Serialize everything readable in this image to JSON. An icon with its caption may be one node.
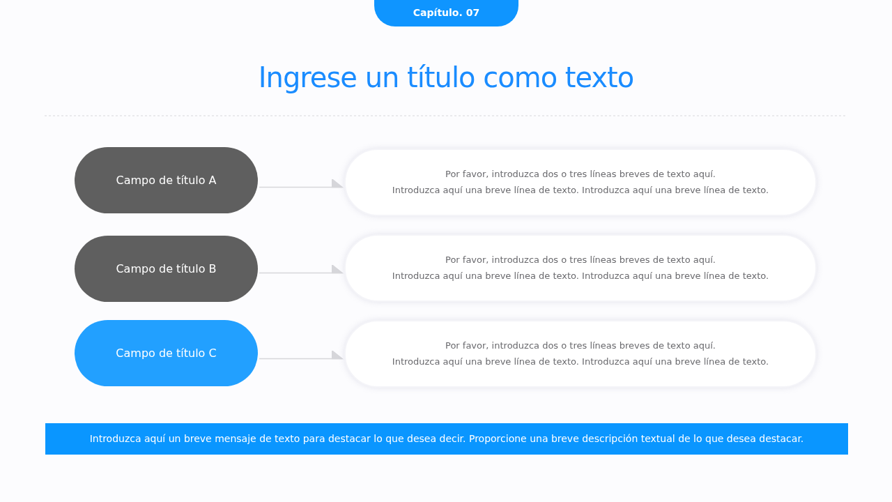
{
  "diagram": {
    "title": "Ingrese un título como texto",
    "nodes": [
      {
        "text": [
          "Capítulo. 07"
        ]
      },
      {
        "text": [
          "Campo de título A"
        ]
      },
      {
        "text": [
          "Campo de título B"
        ]
      },
      {
        "text": [
          "Campo de título C"
        ]
      },
      {
        "text": [
          "Por favor, introduzca dos o tres líneas breves de texto aquí.",
          "Introduzca aquí una breve línea de texto. Introduzca aquí una breve línea de texto."
        ]
      },
      {
        "text": [
          "Por favor, introduzca dos o tres líneas breves de texto aquí.",
          "Introduzca aquí una breve línea de texto. Introduzca aquí una breve línea de texto."
        ]
      },
      {
        "text": [
          "Por favor, introduzca dos o tres líneas breves de texto aquí.",
          "Introduzca aquí una breve línea de texto. Introduzca aquí una breve línea de texto."
        ]
      },
      {
        "text": [
          "Introduzca aquí un breve mensaje de texto para destacar lo que desea decir. Proporcione una breve descripción textual de lo que desea destacar."
        ]
      }
    ],
    "edges": [
      {
        "from": 1,
        "to": 4,
        "arrow": "to"
      },
      {
        "from": 2,
        "to": 5,
        "arrow": "to"
      },
      {
        "from": 3,
        "to": 6,
        "arrow": "to"
      }
    ]
  }
}
